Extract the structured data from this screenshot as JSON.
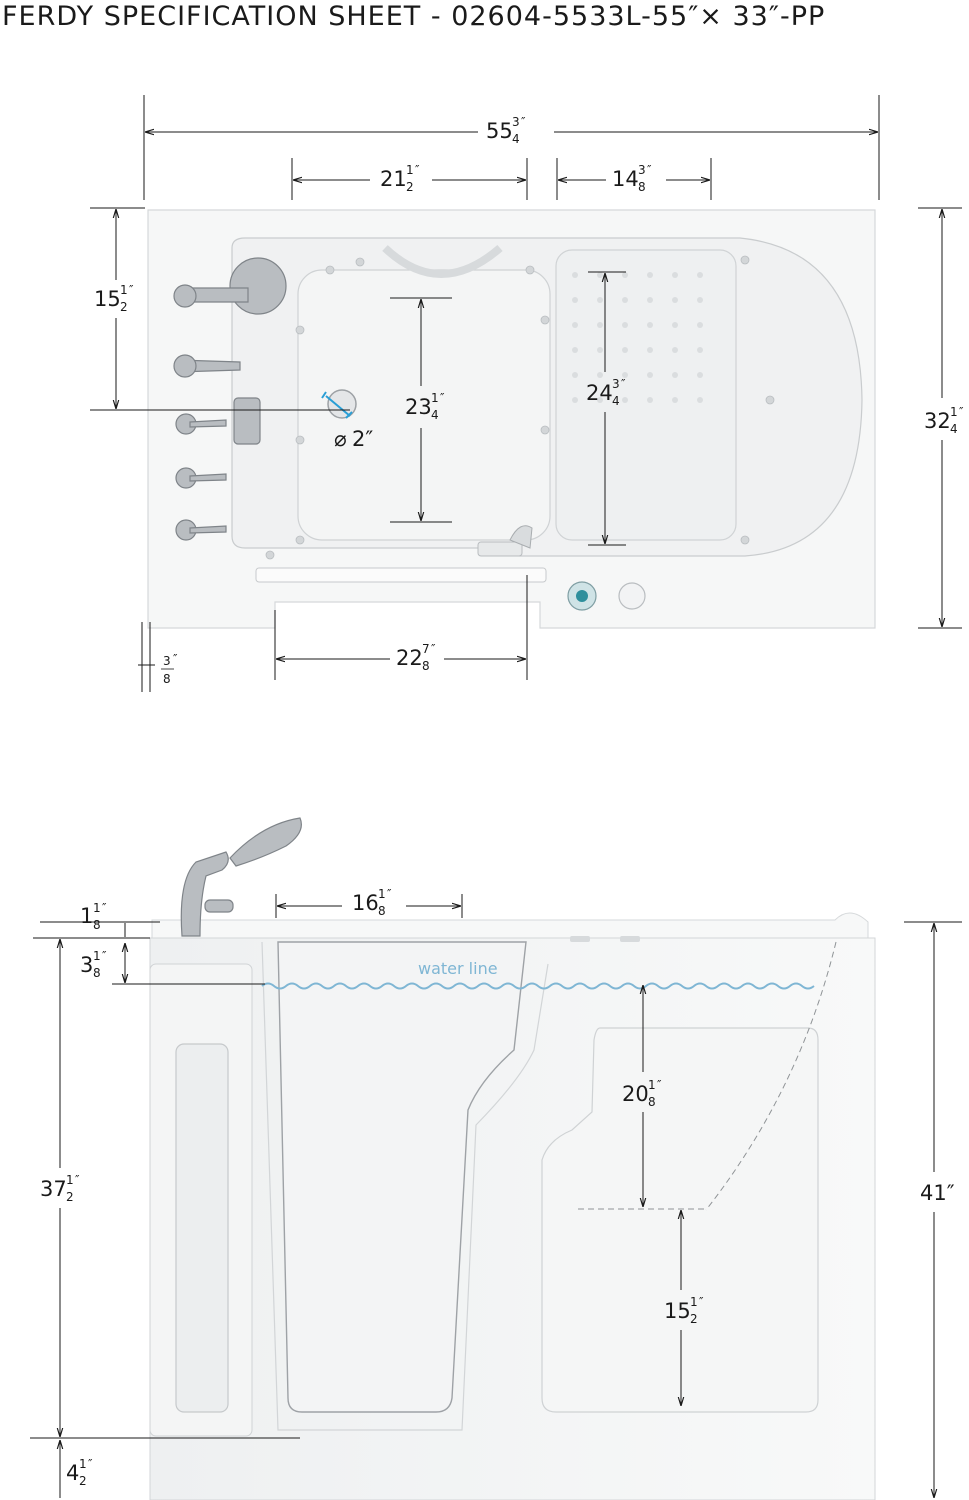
{
  "title": "FERDY SPECIFICATION SHEET - 02604-5533L-55″× 33″-PP",
  "top_view": {
    "overall_length": {
      "whole": "55",
      "num": "3",
      "den": "4"
    },
    "seat_section": {
      "whole": "21",
      "num": "1",
      "den": "2"
    },
    "backrest_section": {
      "whole": "14",
      "num": "3",
      "den": "8"
    },
    "faucet_offset": {
      "whole": "15",
      "num": "1",
      "den": "2"
    },
    "seat_depth": {
      "whole": "23",
      "num": "1",
      "den": "4"
    },
    "foot_depth": {
      "whole": "24",
      "num": "3",
      "den": "4"
    },
    "overall_width": {
      "whole": "32",
      "num": "1",
      "den": "4"
    },
    "door_width": {
      "whole": "22",
      "num": "7",
      "den": "8"
    },
    "flange": {
      "whole": "",
      "num": "3",
      "den": "8"
    },
    "drain": "2″"
  },
  "side_view": {
    "rim_top": {
      "whole": "1",
      "num": "1",
      "den": "8"
    },
    "water_gap": {
      "whole": "3",
      "num": "1",
      "den": "8"
    },
    "door_top": {
      "whole": "16",
      "num": "1",
      "den": "8"
    },
    "water_line_label": "water line",
    "seat_to_water": {
      "whole": "20",
      "num": "1",
      "den": "8"
    },
    "seat_height": {
      "whole": "15",
      "num": "1",
      "den": "2"
    },
    "step_height": {
      "whole": "37",
      "num": "1",
      "den": "2"
    },
    "total_height": "41″",
    "threshold": {
      "whole": "4",
      "num": "1",
      "den": "2"
    }
  },
  "colors": {
    "water": "#7fb6d4",
    "drain_accent": "#2a9fd6",
    "jet": "#2f8f9c"
  }
}
